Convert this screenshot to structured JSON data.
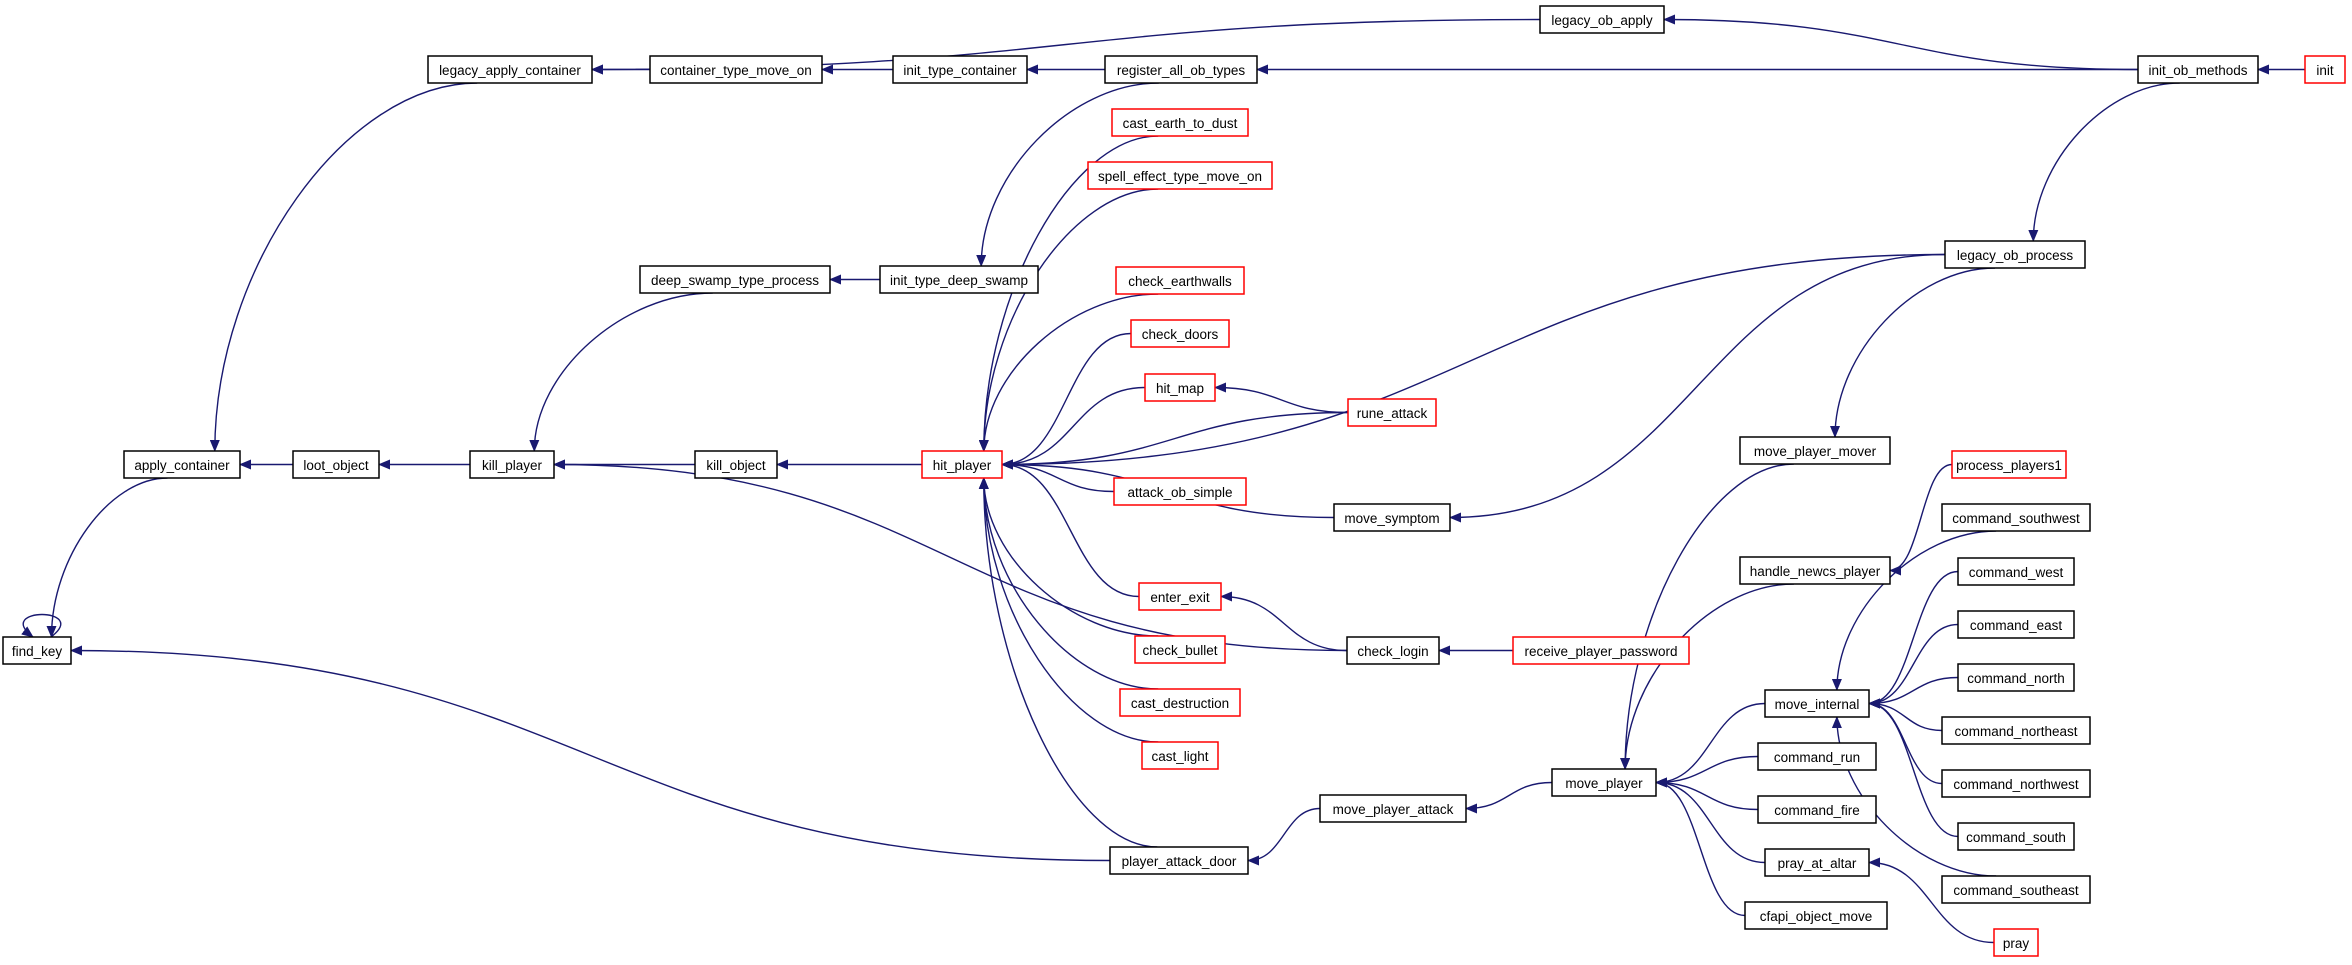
{
  "colors": {
    "edge": "#191970",
    "border_normal": "#000000",
    "border_truncated": "#ff0000",
    "focus_fill": "#bfbfbf"
  },
  "nodes": [
    {
      "id": "find_key",
      "label": "find_key",
      "focus": true
    },
    {
      "id": "apply_container",
      "label": "apply_container"
    },
    {
      "id": "loot_object",
      "label": "loot_object"
    },
    {
      "id": "kill_player",
      "label": "kill_player"
    },
    {
      "id": "kill_object",
      "label": "kill_object"
    },
    {
      "id": "hit_player",
      "label": "hit_player",
      "truncated": true
    },
    {
      "id": "legacy_apply_container",
      "label": "legacy_apply_container"
    },
    {
      "id": "container_type_move_on",
      "label": "container_type_move_on"
    },
    {
      "id": "init_type_container",
      "label": "init_type_container"
    },
    {
      "id": "register_all_ob_types",
      "label": "register_all_ob_types"
    },
    {
      "id": "legacy_ob_apply",
      "label": "legacy_ob_apply"
    },
    {
      "id": "init_ob_methods",
      "label": "init_ob_methods"
    },
    {
      "id": "init",
      "label": "init",
      "truncated": true
    },
    {
      "id": "cast_earth_to_dust",
      "label": "cast_earth_to_dust",
      "truncated": true
    },
    {
      "id": "spell_effect_type_move_on",
      "label": "spell_effect_type_move_on",
      "truncated": true
    },
    {
      "id": "deep_swamp_type_process",
      "label": "deep_swamp_type_process"
    },
    {
      "id": "init_type_deep_swamp",
      "label": "init_type_deep_swamp"
    },
    {
      "id": "legacy_ob_process",
      "label": "legacy_ob_process"
    },
    {
      "id": "check_earthwalls",
      "label": "check_earthwalls",
      "truncated": true
    },
    {
      "id": "check_doors",
      "label": "check_doors",
      "truncated": true
    },
    {
      "id": "hit_map",
      "label": "hit_map",
      "truncated": true
    },
    {
      "id": "rune_attack",
      "label": "rune_attack",
      "truncated": true
    },
    {
      "id": "attack_ob_simple",
      "label": "attack_ob_simple",
      "truncated": true
    },
    {
      "id": "move_symptom",
      "label": "move_symptom"
    },
    {
      "id": "enter_exit",
      "label": "enter_exit",
      "truncated": true
    },
    {
      "id": "check_bullet",
      "label": "check_bullet",
      "truncated": true
    },
    {
      "id": "cast_destruction",
      "label": "cast_destruction",
      "truncated": true
    },
    {
      "id": "cast_light",
      "label": "cast_light",
      "truncated": true
    },
    {
      "id": "check_login",
      "label": "check_login"
    },
    {
      "id": "receive_player_password",
      "label": "receive_player_password",
      "truncated": true
    },
    {
      "id": "player_attack_door",
      "label": "player_attack_door"
    },
    {
      "id": "move_player_attack",
      "label": "move_player_attack"
    },
    {
      "id": "move_player",
      "label": "move_player"
    },
    {
      "id": "move_player_mover",
      "label": "move_player_mover"
    },
    {
      "id": "handle_newcs_player",
      "label": "handle_newcs_player"
    },
    {
      "id": "process_players1",
      "label": "process_players1",
      "truncated": true
    },
    {
      "id": "move_internal",
      "label": "move_internal"
    },
    {
      "id": "command_run",
      "label": "command_run"
    },
    {
      "id": "command_fire",
      "label": "command_fire"
    },
    {
      "id": "pray_at_altar",
      "label": "pray_at_altar"
    },
    {
      "id": "cfapi_object_move",
      "label": "cfapi_object_move"
    },
    {
      "id": "command_southwest",
      "label": "command_southwest"
    },
    {
      "id": "command_west",
      "label": "command_west"
    },
    {
      "id": "command_east",
      "label": "command_east"
    },
    {
      "id": "command_north",
      "label": "command_north"
    },
    {
      "id": "command_northeast",
      "label": "command_northeast"
    },
    {
      "id": "command_northwest",
      "label": "command_northwest"
    },
    {
      "id": "command_south",
      "label": "command_south"
    },
    {
      "id": "command_southeast",
      "label": "command_southeast"
    },
    {
      "id": "pray",
      "label": "pray",
      "truncated": true
    }
  ],
  "edges": [
    {
      "from": "find_key",
      "to": "find_key"
    },
    {
      "from": "apply_container",
      "to": "find_key"
    },
    {
      "from": "player_attack_door",
      "to": "find_key"
    },
    {
      "from": "loot_object",
      "to": "apply_container"
    },
    {
      "from": "legacy_apply_container",
      "to": "apply_container"
    },
    {
      "from": "kill_player",
      "to": "loot_object"
    },
    {
      "from": "kill_object",
      "to": "kill_player"
    },
    {
      "from": "deep_swamp_type_process",
      "to": "kill_player"
    },
    {
      "from": "check_login",
      "to": "kill_player"
    },
    {
      "from": "hit_player",
      "to": "kill_object"
    },
    {
      "from": "container_type_move_on",
      "to": "legacy_apply_container"
    },
    {
      "from": "legacy_ob_apply",
      "to": "legacy_apply_container"
    },
    {
      "from": "init_type_container",
      "to": "container_type_move_on"
    },
    {
      "from": "register_all_ob_types",
      "to": "init_type_container"
    },
    {
      "from": "init_ob_methods",
      "to": "register_all_ob_types"
    },
    {
      "from": "init_ob_methods",
      "to": "legacy_ob_apply"
    },
    {
      "from": "init",
      "to": "init_ob_methods"
    },
    {
      "from": "init_type_deep_swamp",
      "to": "deep_swamp_type_process"
    },
    {
      "from": "register_all_ob_types",
      "to": "init_type_deep_swamp"
    },
    {
      "from": "init_ob_methods",
      "to": "legacy_ob_process"
    },
    {
      "from": "cast_earth_to_dust",
      "to": "hit_player"
    },
    {
      "from": "spell_effect_type_move_on",
      "to": "hit_player"
    },
    {
      "from": "legacy_ob_process",
      "to": "hit_player"
    },
    {
      "from": "check_earthwalls",
      "to": "hit_player"
    },
    {
      "from": "check_doors",
      "to": "hit_player"
    },
    {
      "from": "hit_map",
      "to": "hit_player"
    },
    {
      "from": "rune_attack",
      "to": "hit_player"
    },
    {
      "from": "attack_ob_simple",
      "to": "hit_player"
    },
    {
      "from": "move_symptom",
      "to": "hit_player"
    },
    {
      "from": "enter_exit",
      "to": "hit_player"
    },
    {
      "from": "check_bullet",
      "to": "hit_player"
    },
    {
      "from": "cast_destruction",
      "to": "hit_player"
    },
    {
      "from": "cast_light",
      "to": "hit_player"
    },
    {
      "from": "player_attack_door",
      "to": "hit_player"
    },
    {
      "from": "rune_attack",
      "to": "hit_map"
    },
    {
      "from": "legacy_ob_process",
      "to": "move_symptom"
    },
    {
      "from": "check_login",
      "to": "enter_exit"
    },
    {
      "from": "receive_player_password",
      "to": "check_login"
    },
    {
      "from": "move_player_attack",
      "to": "player_attack_door"
    },
    {
      "from": "move_player",
      "to": "move_player_attack"
    },
    {
      "from": "move_player_mover",
      "to": "move_player"
    },
    {
      "from": "handle_newcs_player",
      "to": "move_player"
    },
    {
      "from": "move_internal",
      "to": "move_player"
    },
    {
      "from": "command_run",
      "to": "move_player"
    },
    {
      "from": "command_fire",
      "to": "move_player"
    },
    {
      "from": "pray_at_altar",
      "to": "move_player"
    },
    {
      "from": "cfapi_object_move",
      "to": "move_player"
    },
    {
      "from": "legacy_ob_process",
      "to": "move_player_mover"
    },
    {
      "from": "process_players1",
      "to": "handle_newcs_player"
    },
    {
      "from": "command_southwest",
      "to": "move_internal"
    },
    {
      "from": "command_west",
      "to": "move_internal"
    },
    {
      "from": "command_east",
      "to": "move_internal"
    },
    {
      "from": "command_north",
      "to": "move_internal"
    },
    {
      "from": "command_northeast",
      "to": "move_internal"
    },
    {
      "from": "command_northwest",
      "to": "move_internal"
    },
    {
      "from": "command_south",
      "to": "move_internal"
    },
    {
      "from": "command_southeast",
      "to": "move_internal"
    },
    {
      "from": "pray",
      "to": "pray_at_altar"
    }
  ]
}
